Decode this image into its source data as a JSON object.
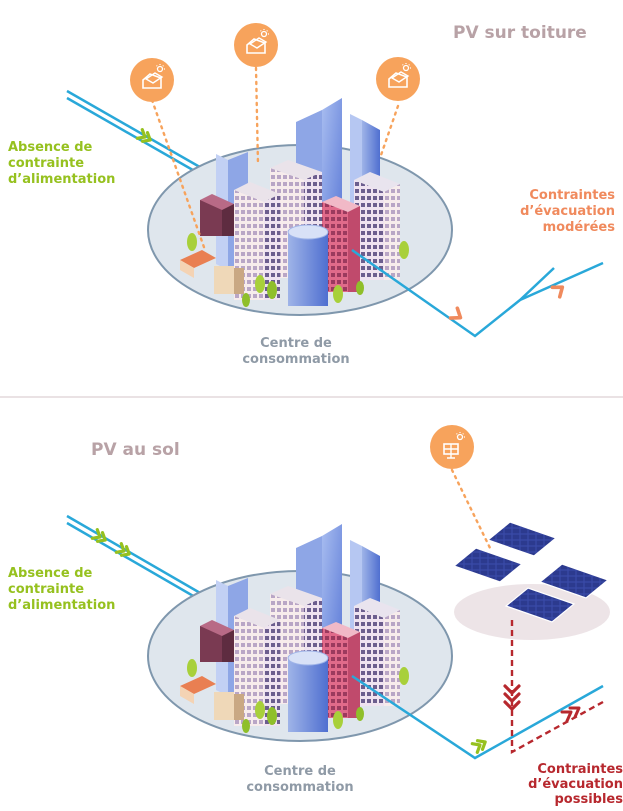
{
  "top": {
    "title": "PV sur toiture",
    "supply_label": [
      "Absence de",
      "contrainte",
      "d’alimentation"
    ],
    "export_label": [
      "Contraintes",
      "d’évacuation",
      "modérées"
    ],
    "center_label": [
      "Centre de",
      "consommation"
    ]
  },
  "bottom": {
    "title": "PV au sol",
    "supply_label": [
      "Absence de",
      "contrainte",
      "d’alimentation"
    ],
    "export_label": [
      "Contraintes",
      "d’évacuation",
      "possibles"
    ],
    "center_label": [
      "Centre de",
      "consommation"
    ]
  },
  "colors": {
    "title": "#b8a2a6",
    "supply_green": "#96c11f",
    "export_orange": "#f08a5d",
    "export_red": "#b7282e",
    "line_blue": "#29a8d9",
    "badge_orange": "#f7a35c",
    "plate": "#dfe6ed",
    "center_label": "#8f9aa6"
  },
  "icons": [
    "rooftop-solar-icon",
    "ground-solar-panel-icon"
  ]
}
